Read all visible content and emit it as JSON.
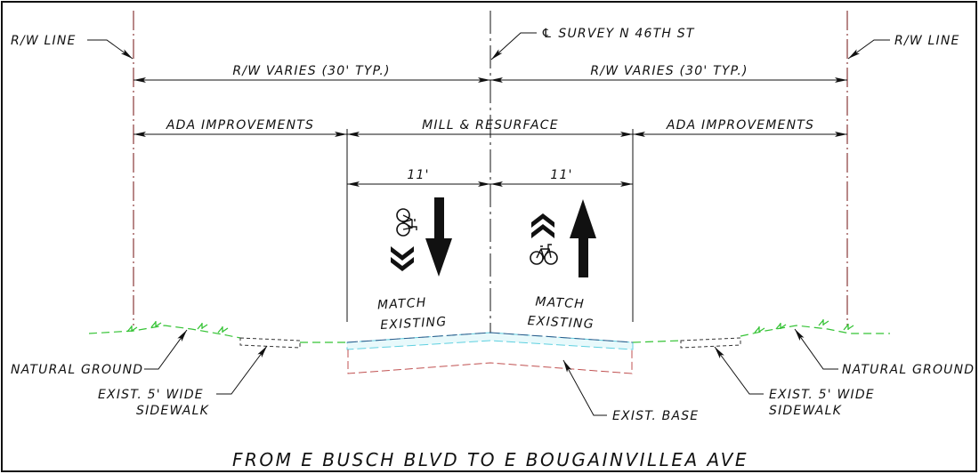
{
  "labels": {
    "rw_line_left": "R/W LINE",
    "rw_line_right": "R/W LINE",
    "centerline": "℄ SURVEY N 46TH ST",
    "rw_varies_left": "R/W VARIES (30' TYP.)",
    "rw_varies_right": "R/W VARIES (30' TYP.)",
    "ada_left": "ADA IMPROVEMENTS",
    "mill_resurface": "MILL & RESURFACE",
    "ada_right": "ADA IMPROVEMENTS",
    "lane_left": "11'",
    "lane_right": "11'",
    "match_left_1": "MATCH",
    "match_left_2": "EXISTING",
    "match_right_1": "MATCH",
    "match_right_2": "EXISTING",
    "natural_ground_left": "NATURAL GROUND",
    "natural_ground_right": "NATURAL GROUND",
    "sidewalk_left_1": "EXIST. 5' WIDE",
    "sidewalk_left_2": "SIDEWALK",
    "sidewalk_right_1": "EXIST. 5' WIDE",
    "sidewalk_right_2": "SIDEWALK",
    "exist_base": "EXIST. BASE"
  },
  "title": "FROM E BUSCH BLVD TO E BOUGAINVILLEA AVE",
  "colors": {
    "ground": "#35c335",
    "pavement": "#5fd0e0",
    "base": "#c05050",
    "rw_line": "#8a3a3a"
  },
  "icons": [
    "sharrow-down-icon",
    "arrow-down-icon",
    "sharrow-up-icon",
    "arrow-up-icon"
  ]
}
